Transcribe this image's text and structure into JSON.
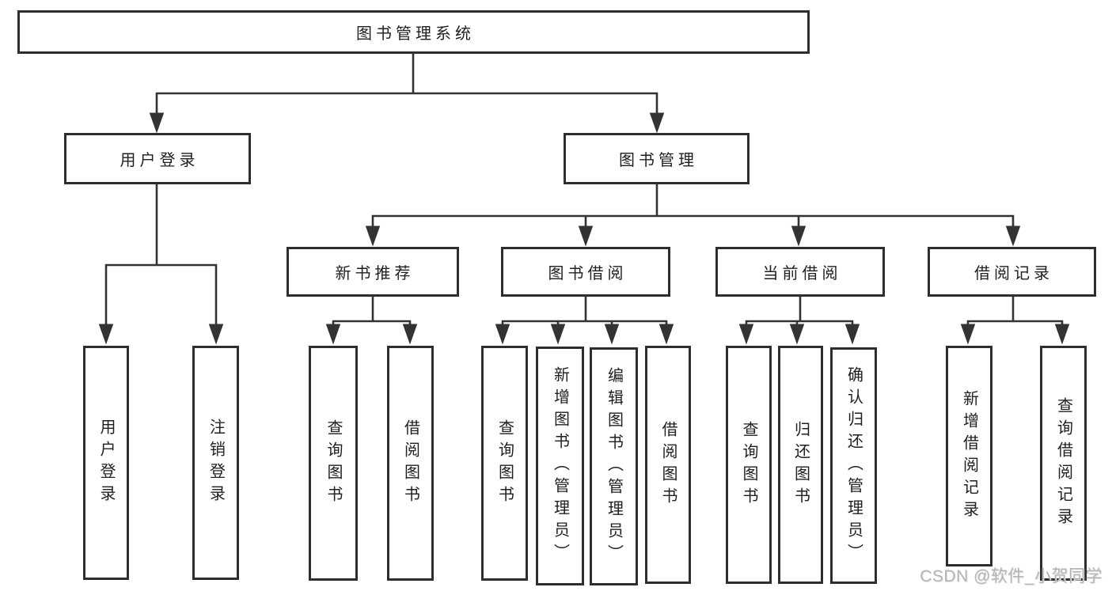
{
  "tree": {
    "root": {
      "label": "图书管理系统",
      "children": [
        {
          "label": "用户登录",
          "children": [
            {
              "label": "用户登录"
            },
            {
              "label": "注销登录"
            }
          ]
        },
        {
          "label": "图书管理",
          "children": [
            {
              "label": "新书推荐",
              "children": [
                {
                  "label": "查询图书"
                },
                {
                  "label": "借阅图书"
                }
              ]
            },
            {
              "label": "图书借阅",
              "children": [
                {
                  "label": "查询图书"
                },
                {
                  "label": "新增图书（管理员）"
                },
                {
                  "label": "编辑图书（管理员）"
                },
                {
                  "label": "借阅图书"
                }
              ]
            },
            {
              "label": "当前借阅",
              "children": [
                {
                  "label": "查询图书"
                },
                {
                  "label": "归还图书"
                },
                {
                  "label": "确认归还（管理员）"
                }
              ]
            },
            {
              "label": "借阅记录",
              "children": [
                {
                  "label": "新增借阅记录"
                },
                {
                  "label": "查询借阅记录"
                }
              ]
            }
          ]
        }
      ]
    }
  },
  "watermark": {
    "text": "CSDN @软件_小贺同学"
  },
  "colors": {
    "line": "#333333",
    "box_border": "#2e2e2e",
    "text": "#1f1f1f",
    "watermark": "#b4b4b4",
    "background": "#ffffff"
  }
}
